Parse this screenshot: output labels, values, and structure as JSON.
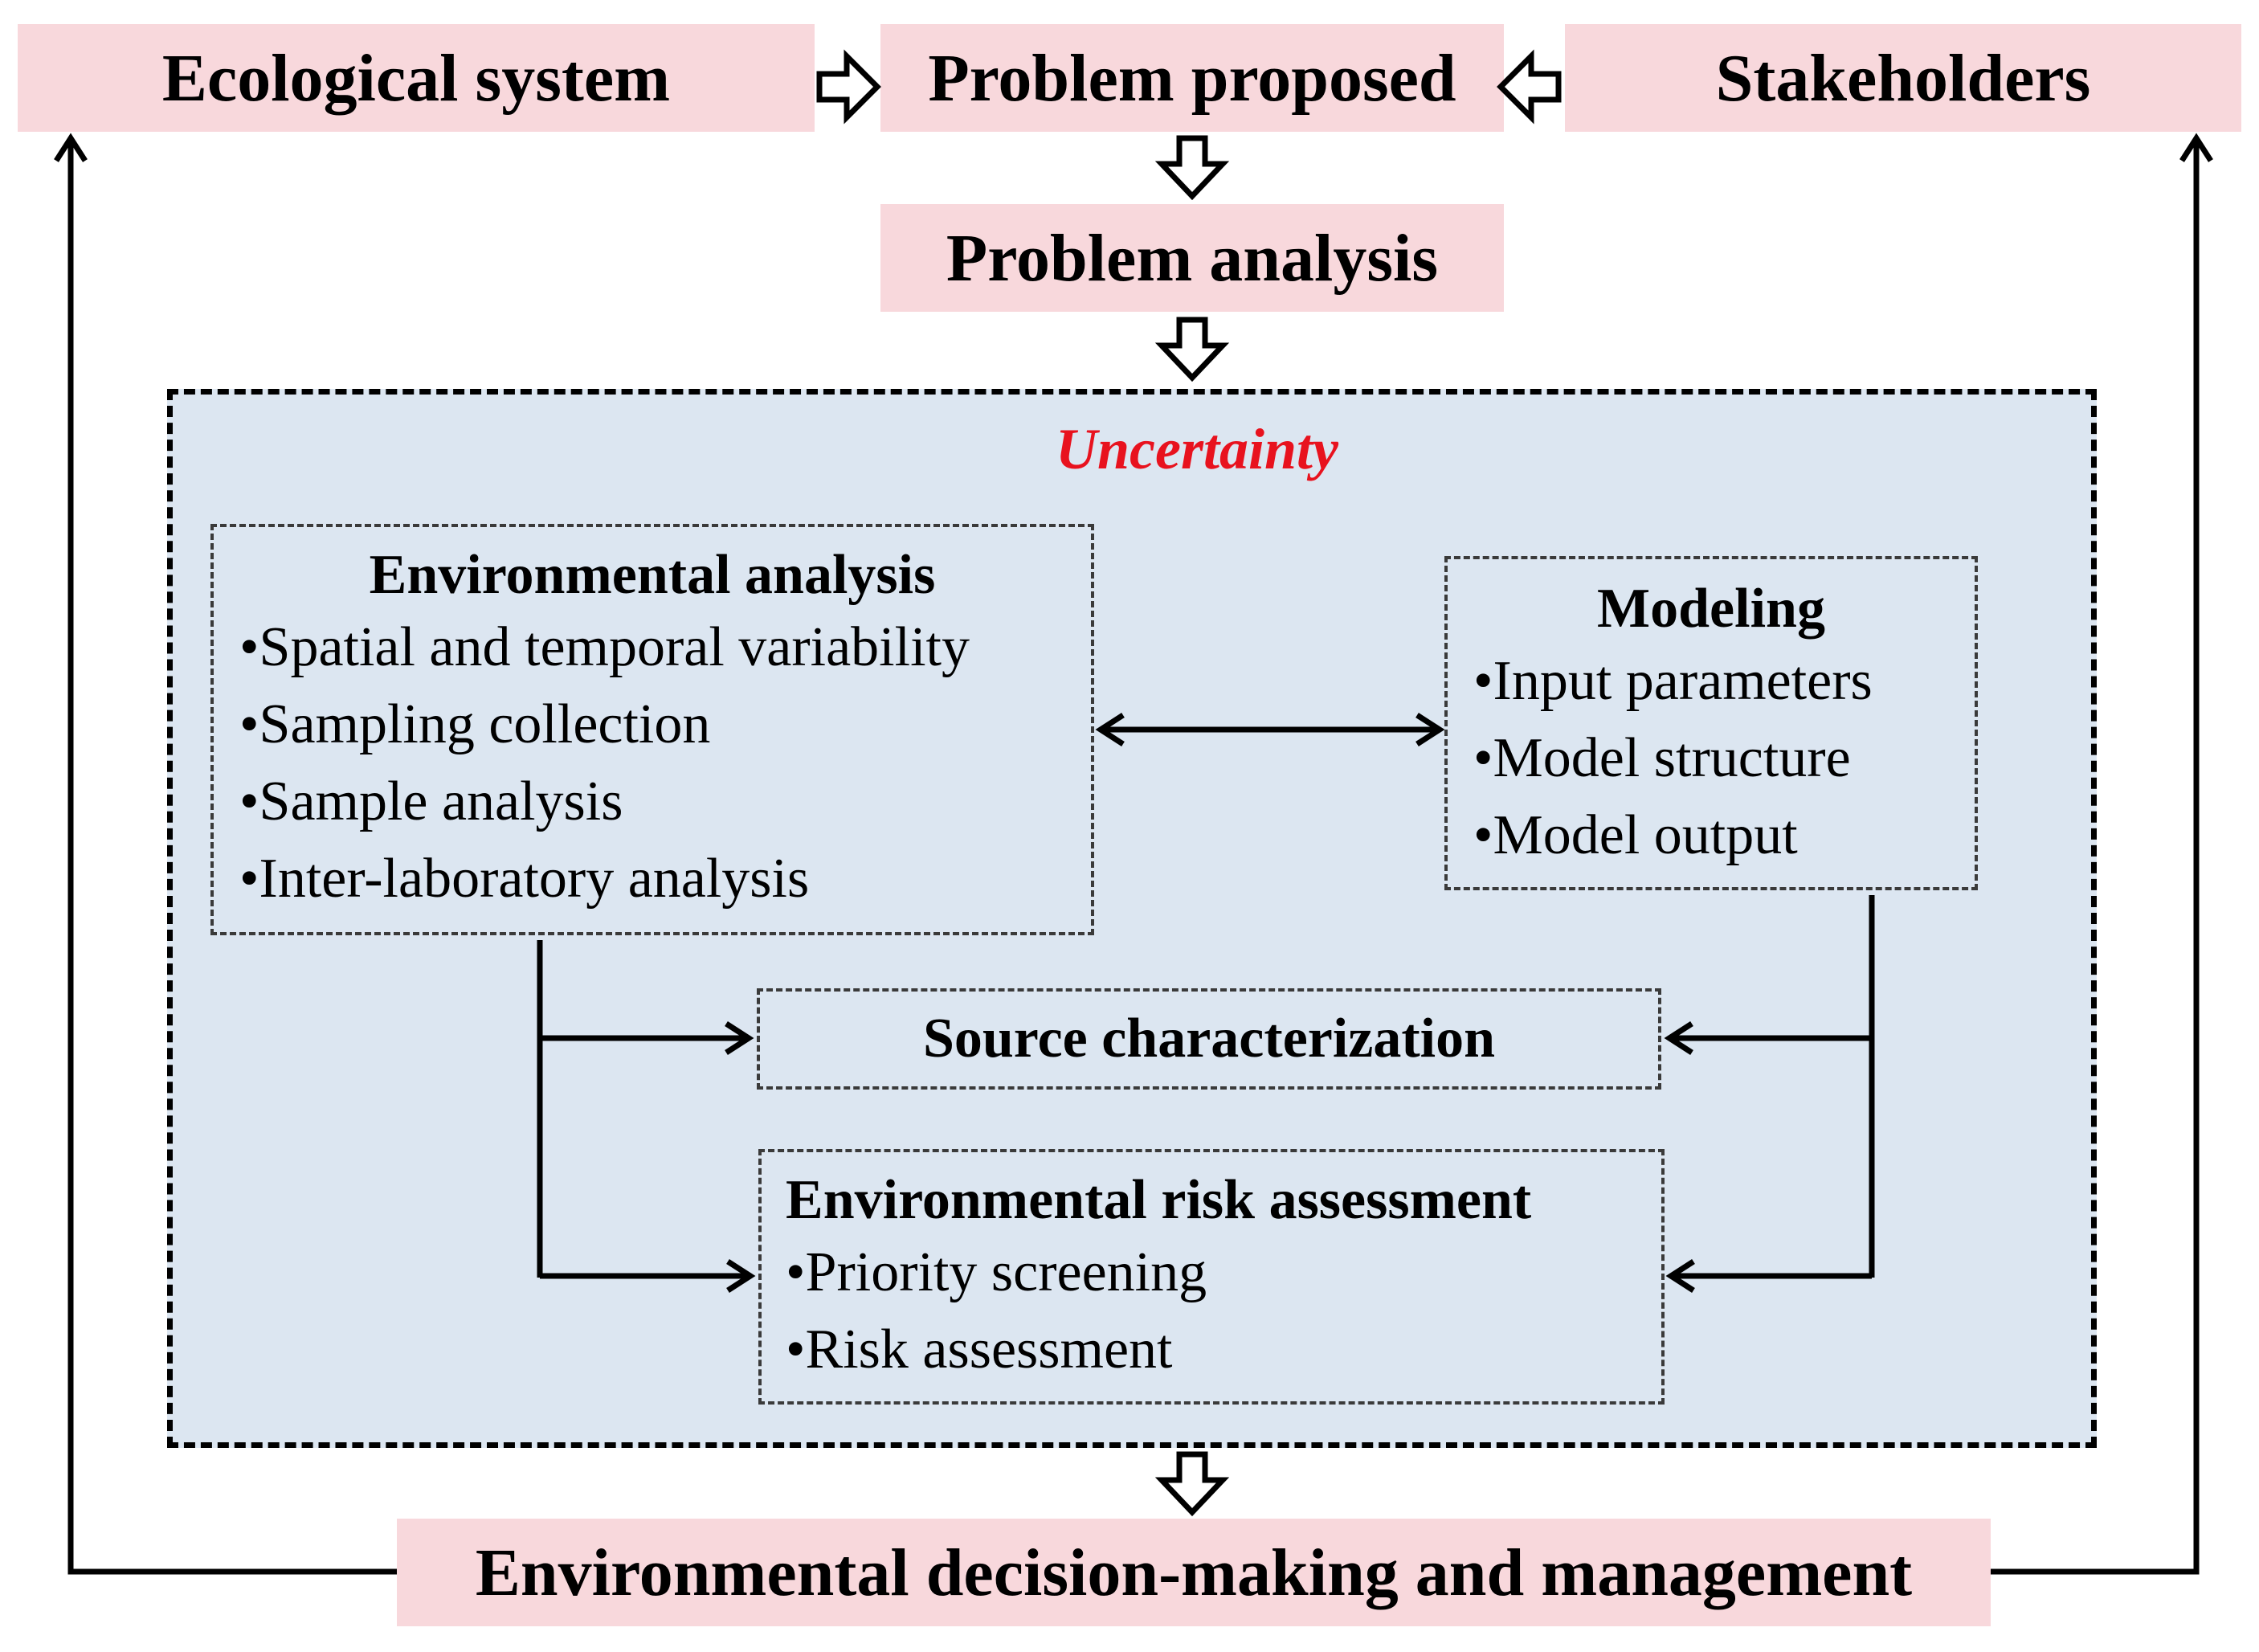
{
  "top_boxes": {
    "ecological_system": "Ecological system",
    "problem_proposed": "Problem proposed",
    "stakeholders": "Stakeholders"
  },
  "problem_analysis": "Problem analysis",
  "uncertainty_label": "Uncertainty",
  "environmental_analysis": {
    "title": "Environmental analysis",
    "items": [
      "•Spatial and temporal variability",
      "•Sampling collection",
      "•Sample analysis",
      "•Inter-laboratory analysis"
    ]
  },
  "modeling": {
    "title": "Modeling",
    "items": [
      "•Input parameters",
      "•Model structure",
      "•Model output"
    ]
  },
  "source_characterization": "Source characterization",
  "risk_assessment": {
    "title": "Environmental risk assessment",
    "items": [
      "•Priority screening",
      "•Risk  assessment"
    ]
  },
  "decision_making": "Environmental decision-making and management",
  "colors": {
    "pink_box": "#f8d8dc",
    "blue_region": "#dce6f1",
    "uncertainty_text": "#e8121e"
  }
}
